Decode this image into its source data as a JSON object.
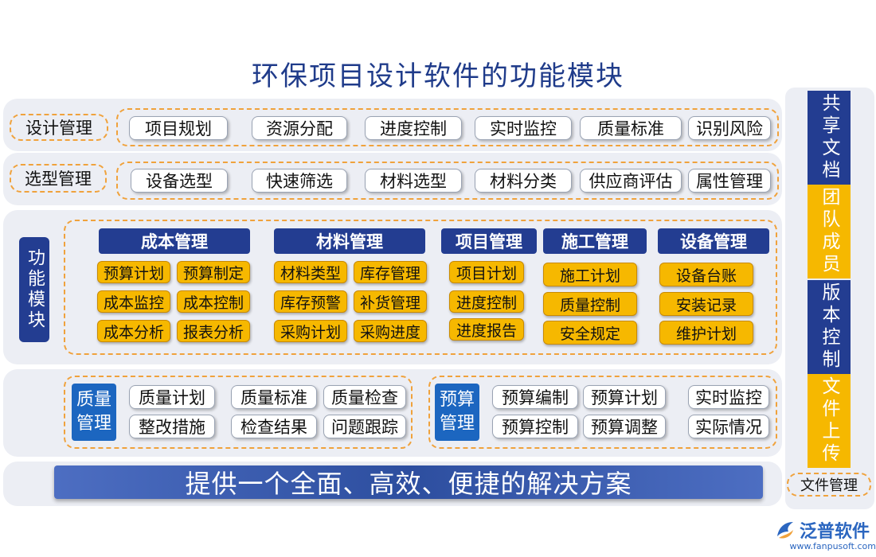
{
  "title": "环保项目设计软件的功能模块",
  "design_row": {
    "label": "设计管理",
    "items": [
      "项目规划",
      "资源分配",
      "进度控制",
      "实时监控",
      "质量标准",
      "识别风险"
    ]
  },
  "selection_row": {
    "label": "选型管理",
    "items": [
      "设备选型",
      "快速筛选",
      "材料选型",
      "材料分类",
      "供应商评估",
      "属性管理"
    ]
  },
  "function_module": {
    "label": "功能模块",
    "cost": {
      "title": "成本管理",
      "items": [
        "预算计划",
        "预算制定",
        "成本监控",
        "成本控制",
        "成本分析",
        "报表分析"
      ]
    },
    "material": {
      "title": "材料管理",
      "items": [
        "材料类型",
        "库存管理",
        "库存预警",
        "补货管理",
        "采购计划",
        "采购进度"
      ]
    },
    "project": {
      "title": "项目管理",
      "items": [
        "项目计划",
        "进度控制",
        "进度报告"
      ]
    },
    "construction": {
      "title": "施工管理",
      "items": [
        "施工计划",
        "质量控制",
        "安全规定"
      ]
    },
    "equipment": {
      "title": "设备管理",
      "items": [
        "设备台账",
        "安装记录",
        "维护计划"
      ]
    }
  },
  "quality": {
    "label": "质量管理",
    "items": [
      "质量计划",
      "质量标准",
      "质量检查",
      "整改措施",
      "检查结果",
      "问题跟踪"
    ]
  },
  "budget": {
    "label": "预算管理",
    "items": [
      "预算编制",
      "预算计划",
      "预算控制",
      "预算调整"
    ],
    "extra": [
      "实时监控",
      "实际情况"
    ]
  },
  "banner": "提供一个全面、高效、便捷的解决方案",
  "sidebar": {
    "items": [
      {
        "label": "共享文档",
        "color": "#233d91",
        "text": "#ffffff"
      },
      {
        "label": "团队成员",
        "color": "#f6b800",
        "text": "#ffffff"
      },
      {
        "label": "版本控制",
        "color": "#233d91",
        "text": "#ffffff"
      },
      {
        "label": "文件上传",
        "color": "#f6b800",
        "text": "#ffffff"
      }
    ],
    "footer": "文件管理"
  },
  "logo": {
    "name": "泛普软件",
    "url": "www.fanpusoft.com",
    "icon": "fanpu-logo-icon"
  },
  "colors": {
    "navy": "#233d91",
    "gold": "#f6b800",
    "panel": "#eceef4",
    "dash": "#f0a23c"
  }
}
